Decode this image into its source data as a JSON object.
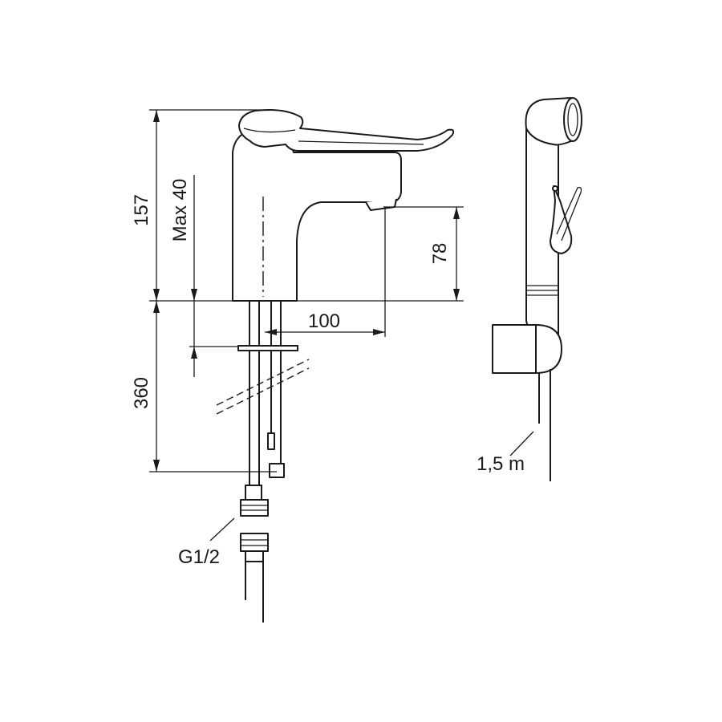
{
  "dimensions": {
    "height_total": "157",
    "max_deck": "Max 40",
    "spout_height": "78",
    "spout_reach": "100",
    "hose_below": "360",
    "thread": "G1/2",
    "shower_hose": "1,5 m"
  }
}
